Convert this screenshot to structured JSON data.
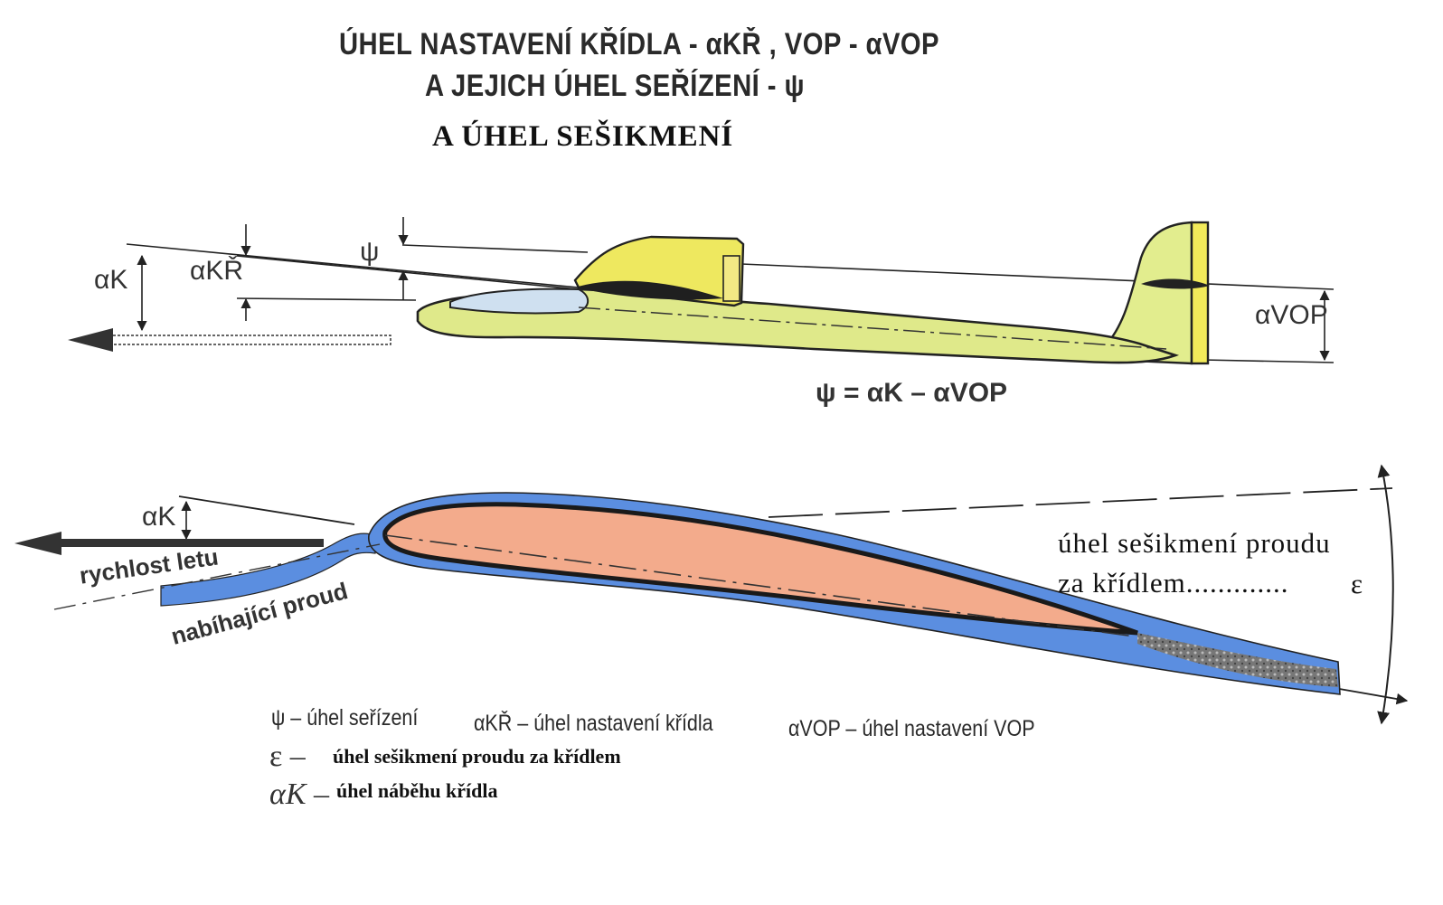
{
  "title": {
    "line1": "ÚHEL NASTAVENÍ KŘÍDLA - αKŘ , VOP - αVOP",
    "line2": "A JEJICH ÚHEL SEŘÍZENÍ - ψ",
    "line3": "A ÚHEL SEŠIKMENÍ"
  },
  "glider_diagram": {
    "alpha_k": "αK",
    "alpha_kr": "αKŘ",
    "psi": "ψ",
    "alpha_vop": "αVOP",
    "formula": "ψ = αK – αVOP",
    "colors": {
      "fuselage": "#dfe98a",
      "wing": "#eee85f",
      "canopy": "#cfe0f0",
      "fin": "#e2ed8e",
      "rudder": "#f2ea5a"
    }
  },
  "airfoil_diagram": {
    "alpha_k": "αK",
    "flight_speed": "rychlost letu",
    "incoming_flow": "nabíhající proud",
    "downwash_line1": "úhel sešikmení proudu",
    "downwash_line2": "za křídlem.............",
    "epsilon": "ε",
    "colors": {
      "airfoil": "#f3ab8c",
      "flow": "#5b8ee0",
      "outline": "#1a1a1a"
    }
  },
  "legend": {
    "psi": "ψ – úhel seřízení",
    "alpha_kr": "αKŘ – úhel nastavení křídla",
    "alpha_vop": "αVOP – úhel nastavení VOP",
    "epsilon_sym": "ε –",
    "epsilon_text": "úhel sešikmení proudu za křídlem",
    "alpha_k_sym": "αK –",
    "alpha_k_text": "úhel náběhu křídla"
  }
}
